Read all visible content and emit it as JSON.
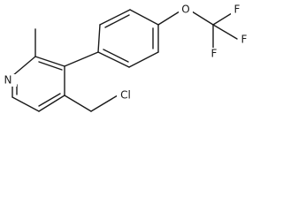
{
  "molecule": {
    "atoms": {
      "N": "N",
      "O": "O",
      "Cl": "Cl",
      "F1": "F",
      "F2": "F",
      "F3": "F"
    }
  }
}
